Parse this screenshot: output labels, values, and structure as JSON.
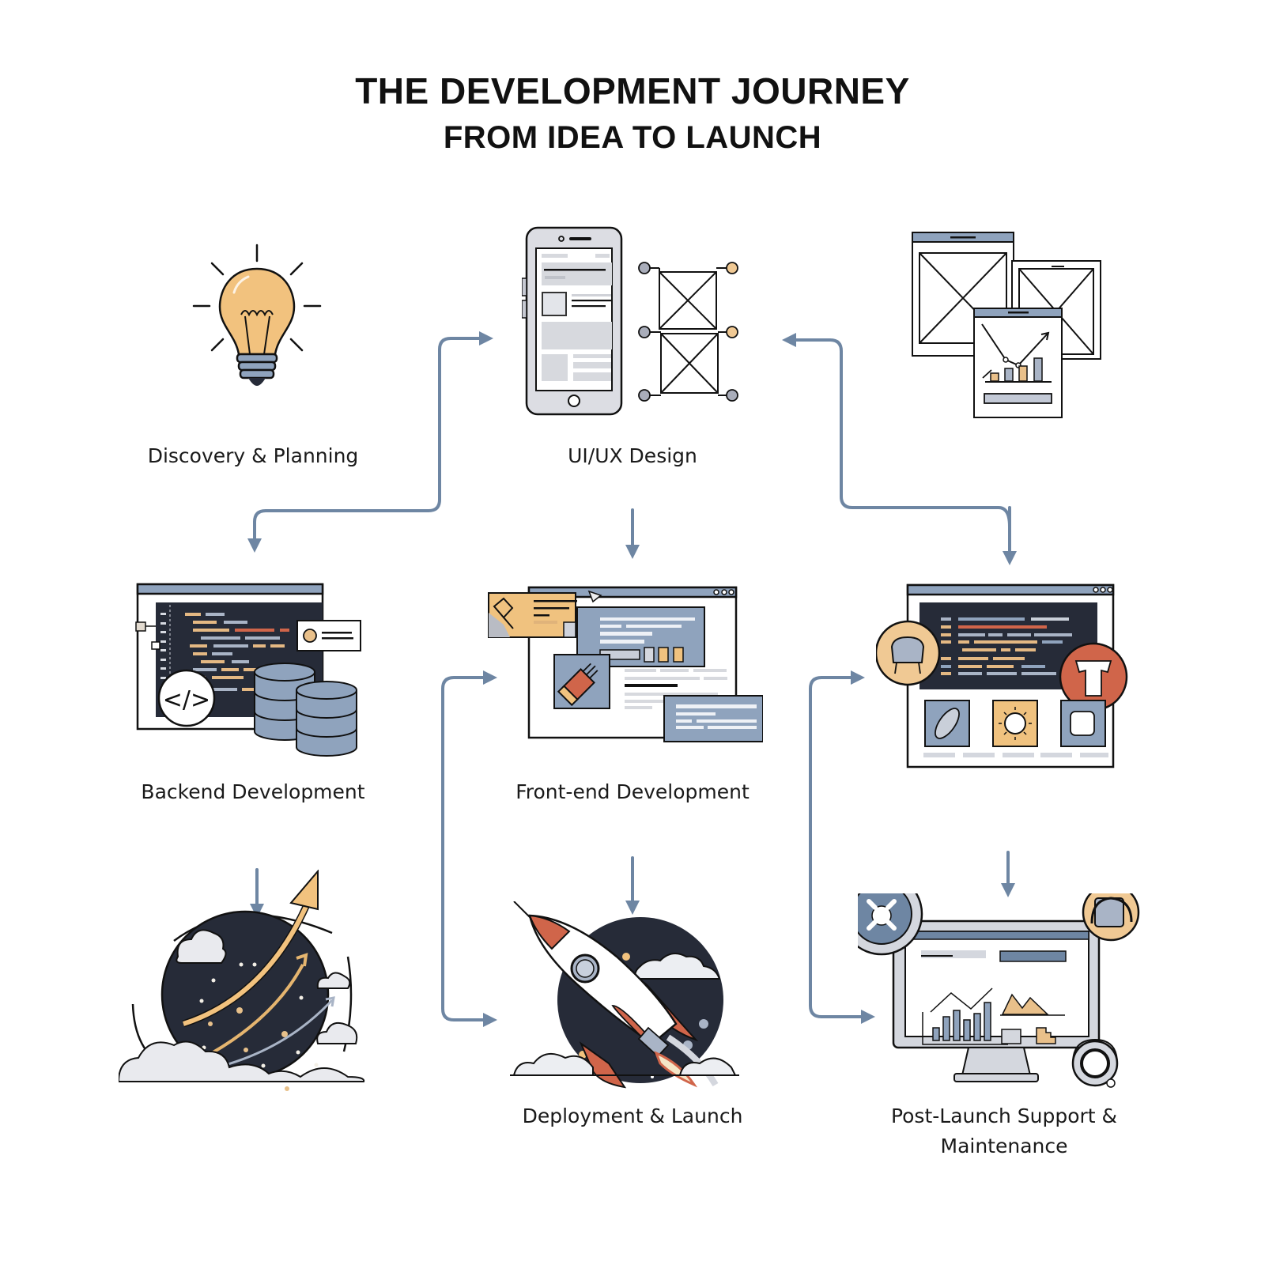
{
  "header": {
    "title": "THE DEVELOPMENT JOURNEY",
    "subtitle": "FROM IDEA TO LAUNCH"
  },
  "colors": {
    "arrow": "#6e86a3",
    "ink": "#111111",
    "accent_yellow": "#f0c27f",
    "accent_orange": "#d0654a",
    "slate": "#8fa3bd",
    "dark_navy": "#262b38",
    "light_gray": "#d4d7de"
  },
  "stages": [
    {
      "id": "discovery",
      "label": "Discovery & Planning",
      "icon": "lightbulb-icon"
    },
    {
      "id": "design",
      "label": "UI/UX Design",
      "icon": "phone-wireframe-icon"
    },
    {
      "id": "wireframes",
      "label": "",
      "icon": "wireframe-pages-icon"
    },
    {
      "id": "backend",
      "label": "Backend Development",
      "icon": "code-database-icon"
    },
    {
      "id": "frontend",
      "label": "Front-end Development",
      "icon": "browser-components-icon"
    },
    {
      "id": "testing",
      "label": "",
      "icon": "bug-testing-icon"
    },
    {
      "id": "growth",
      "label": "",
      "icon": "planet-growth-icon"
    },
    {
      "id": "deployment",
      "label": "Deployment & Launch",
      "icon": "rocket-icon"
    },
    {
      "id": "support",
      "label_line1": "Post-Launch Support &",
      "label_line2": "Maintenance",
      "icon": "monitor-support-icon"
    }
  ]
}
